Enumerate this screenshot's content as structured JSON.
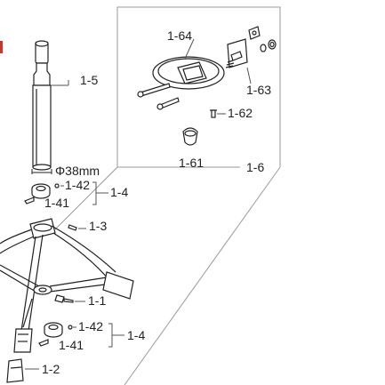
{
  "colors": {
    "line": "#222222",
    "leader": "#555555",
    "frame": "#9a9a9a",
    "accent": "#c0392b"
  },
  "labels": {
    "tube": "1-5",
    "diameter": "Φ38mm",
    "clamp_upper_screw": "1-42",
    "clamp_upper_collar": "1-41",
    "clamp_upper_group": "1-4",
    "spring_pin": "1-3",
    "wing_bolt": "1-1",
    "clamp_lower_screw": "1-42",
    "clamp_lower_collar": "1-41",
    "clamp_lower_group": "1-4",
    "rubber_foot": "1-2",
    "seat_plate_assembly": "1-64",
    "bracket": "1-63",
    "small_screw": "1-62",
    "clamp_knob": "1-61",
    "seat_unit": "1-6"
  }
}
